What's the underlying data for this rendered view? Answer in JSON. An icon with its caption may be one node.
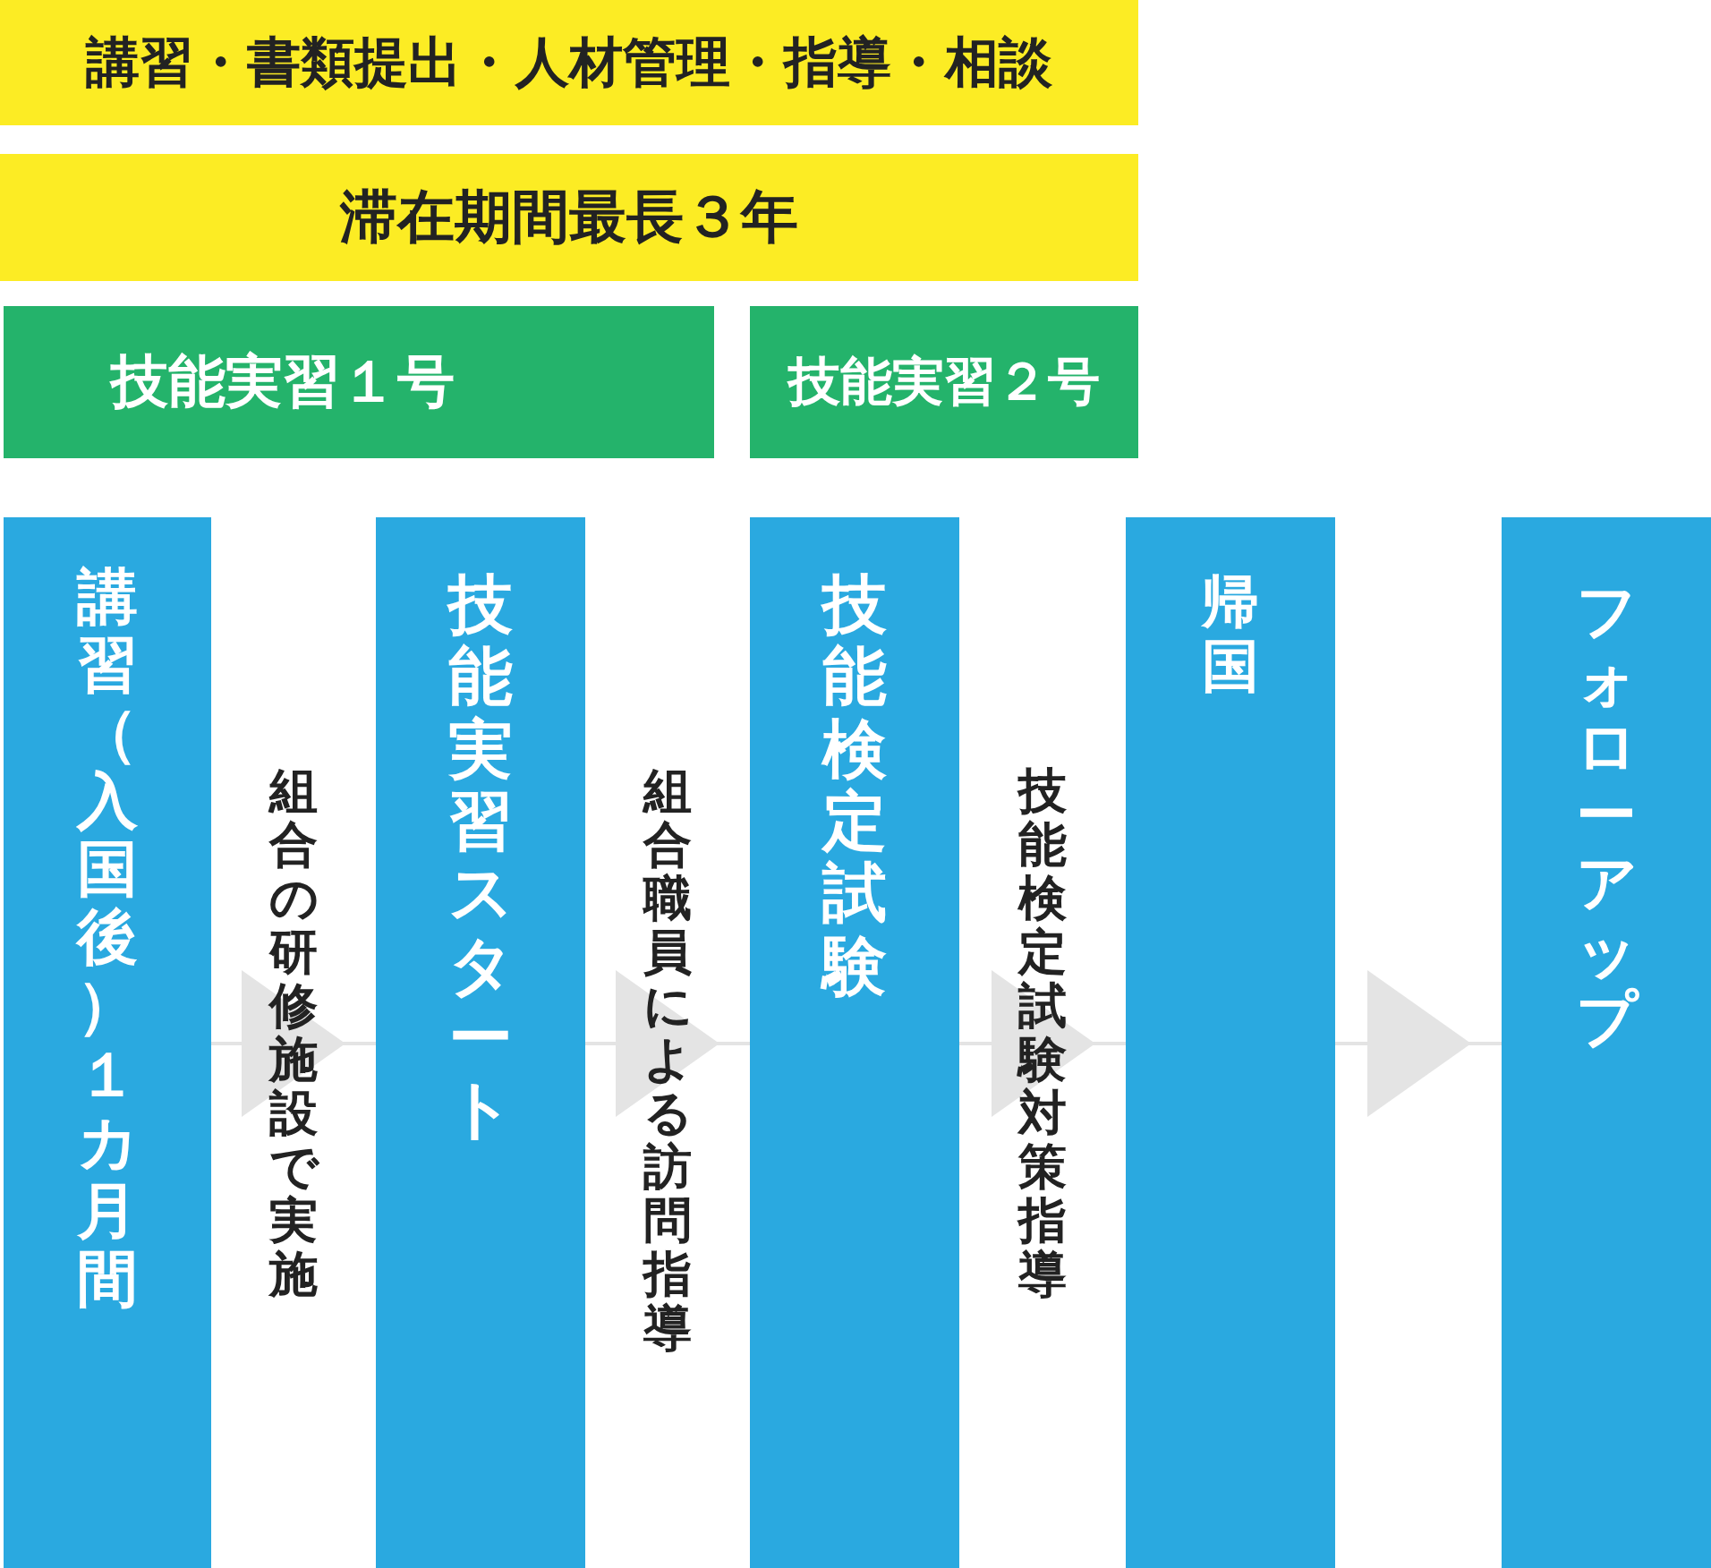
{
  "diagram": {
    "nodes": [
      {
        "text": [
          "講習・書類提出・人材管理・指導・相談"
        ]
      },
      {
        "text": [
          "滞在期間最長３年"
        ]
      },
      {
        "text": [
          "技能実習１号"
        ]
      },
      {
        "text": [
          "技能実習２号"
        ]
      },
      {
        "text": [
          "講習（入国後）１カ月間"
        ]
      },
      {
        "text": [
          "技能実習スタート"
        ]
      },
      {
        "text": [
          "技能検定試験"
        ]
      },
      {
        "text": [
          "帰国"
        ]
      },
      {
        "text": [
          "フォローアップ"
        ]
      }
    ],
    "edges": [
      {
        "from": 4,
        "to": 5,
        "arrow": "to",
        "label": "組合の研修施設で実施"
      },
      {
        "from": 5,
        "to": 6,
        "arrow": "to",
        "label": "組合職員による訪問指導"
      },
      {
        "from": 6,
        "to": 7,
        "arrow": "to",
        "label": "技能検定試験対策指導"
      },
      {
        "from": 7,
        "to": 8,
        "arrow": "to"
      }
    ]
  }
}
